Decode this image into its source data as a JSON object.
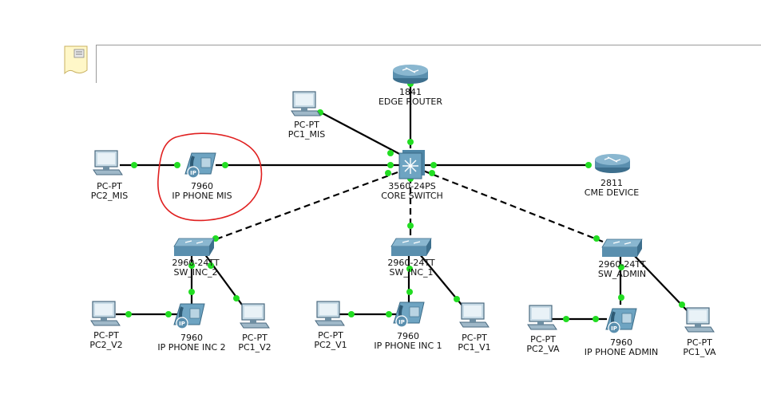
{
  "devices": {
    "edge_router": {
      "model": "1841",
      "name": "EDGE ROUTER"
    },
    "core_switch": {
      "model": "3560-24PS",
      "name": "CORE SWITCH"
    },
    "cme_device": {
      "model": "2811",
      "name": "CME DEVICE"
    },
    "pc1_mis": {
      "model": "PC-PT",
      "name": "PC1_MIS"
    },
    "pc2_mis": {
      "model": "PC-PT",
      "name": "PC2_MIS"
    },
    "ip_phone_mis": {
      "model": "7960",
      "name": "IP PHONE MIS"
    },
    "sw_inc_2": {
      "model": "2960-24TT",
      "name": "SW_INC_2"
    },
    "sw_inc_1": {
      "model": "2960-24TT",
      "name": "SW_INC_1"
    },
    "sw_admin": {
      "model": "2960-24TT",
      "name": "SW_ADMIN"
    },
    "pc2_v2": {
      "model": "PC-PT",
      "name": "PC2_V2"
    },
    "ip_phone_inc2": {
      "model": "7960",
      "name": "IP PHONE INC 2"
    },
    "pc1_v2": {
      "model": "PC-PT",
      "name": "PC1_V2"
    },
    "pc2_v1": {
      "model": "PC-PT",
      "name": "PC2_V1"
    },
    "ip_phone_inc1": {
      "model": "7960",
      "name": "IP PHONE INC 1"
    },
    "pc1_v1": {
      "model": "PC-PT",
      "name": "PC1_V1"
    },
    "pc2_va": {
      "model": "PC-PT",
      "name": "PC2_VA"
    },
    "ip_phone_admin": {
      "model": "7960",
      "name": "IP PHONE ADMIN"
    },
    "pc1_va": {
      "model": "PC-PT",
      "name": "PC1_VA"
    }
  },
  "colors": {
    "link": "#000000",
    "link_up": "#22dd22",
    "highlight_circle": "#e02020",
    "device_blue": "#5a8fae"
  }
}
